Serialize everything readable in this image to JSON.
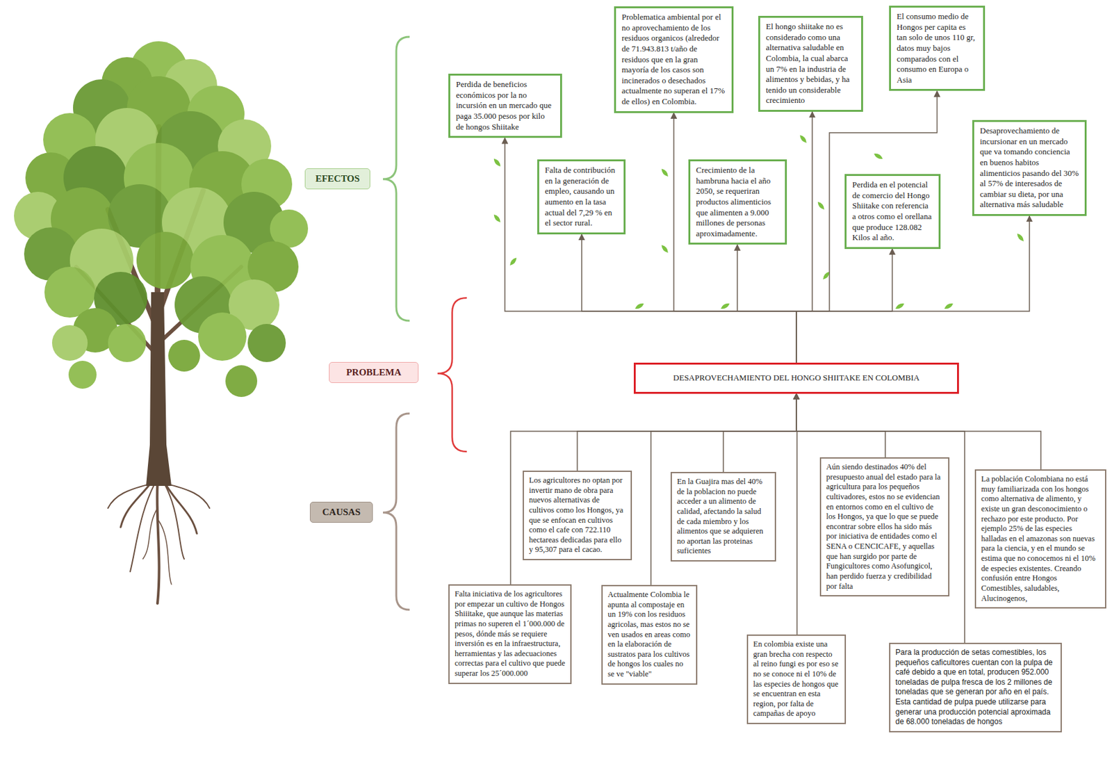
{
  "diagram": {
    "nodes": [
      {
        "text": [
          "EFECTOS"
        ]
      },
      {
        "text": [
          "Perdida de beneficios económicos por la no incursión en un mercado que paga 35.000 pesos por kilo de hongos Shiitake"
        ]
      },
      {
        "text": [
          "Falta de contribución en la generación de empleo, causando un aumento en la tasa actual del 7,29 % en el sector rural."
        ]
      },
      {
        "text": [
          "Problematica ambiental por el no aprovechamiento de los residuos organicos (alrededor de 71.943.813 t/año de residuos que en la gran mayoría de los casos son incinerados o desechados actualmente no superan el 17% de ellos) en Colombia."
        ]
      },
      {
        "text": [
          "Crecimiento de la hambruna hacia el año 2050, se requeriran productos alimenticios que alimenten a 9.000 millones de personas aproximadamente."
        ]
      },
      {
        "text": [
          "El hongo shiitake no es considerado como una alternativa saludable en Colombia, la cual abarca un 7% en la industria de alimentos y bebidas, y ha tenido un considerable crecimiento"
        ]
      },
      {
        "text": [
          "Perdida en el potencial de comercio del Hongo Shiitake con referencia a otros como el orellana que produce 128.082 Kilos al año."
        ]
      },
      {
        "text": [
          "El consumo medio de Hongos per capita es tan solo de unos 110 gr, datos muy bajos comparados con el consumo en Europa o Asia"
        ]
      },
      {
        "text": [
          "Desaprovechamiento de incursionar en un mercado que va tomando conciencia en buenos habitos alimenticios pasando del 30% al 57% de interesados de cambiar su dieta, por una alternativa más saludable"
        ]
      },
      {
        "text": [
          "PROBLEMA"
        ]
      },
      {
        "text": [
          "DESAPROVECHAMIENTO DEL HONGO SHIITAKE EN COLOMBIA"
        ]
      },
      {
        "text": [
          "CAUSAS"
        ]
      },
      {
        "text": [
          "Falta iniciativa de los agricultores por empezar un cultivo de Hongos Shiiitake, que aunque las materias primas no superen el 1´000.000 de pesos, dónde más se requiere inversión es en la infraestructura, herramientas y las adecuaciones correctas para el cultivo que puede superar los 25´000.000"
        ]
      },
      {
        "text": [
          "Los agricultores no optan por invertir mano de obra para nuevos alternativas de cultivos como los Hongos, ya que se enfocan en cultivos como el cafe con 722.110 hectareas dedicadas para ello y 95,307 para el cacao."
        ]
      },
      {
        "text": [
          "Actualmente Colombia le apunta al compostaje en un 19% con los residuos agricolas, mas estos no se ven usados en areas como en la elaboración de sustratos para los cultivos de hongos los cuales no se ve \"viable\""
        ]
      },
      {
        "text": [
          "En la Guajira mas del 40% de la poblacion no puede acceder a un alimento de calidad, afectando la salud de cada miembro y los alimentos que se adquieren no aportan las proteinas suficientes"
        ]
      },
      {
        "text": [
          "En colombia existe una gran brecha con respecto al reino fungi es por eso se no se conoce ni el 10% de las especies de hongos que se encuentran en esta region, por falta de campañas de apoyo"
        ]
      },
      {
        "text": [
          "Aún siendo destinados 40% del presupuesto anual del estado para la agricultura para los pequeños cultivadores, estos no se evidencian en entornos como en el cultivo de los Hongos, ya que lo que se puede encontrar sobre ellos ha sido más por iniciativa de entidades como el SENA o CENCICAFE, y aquellas que han surgido por parte de Fungicultores como Asofungicol, han perdido fuerza y credibilidad por falta"
        ]
      },
      {
        "text": [
          "Para la producción de setas comestibles, los pequeños caficultores cuentan con la pulpa de café debido a que en total, producen 952.000 toneladas de pulpa fresca de los 2 millones de toneladas que se generan por año en el país. Esta cantidad de pulpa puede utilizarse para generar una producción potencial aproximada de 68.000 toneladas de hongos"
        ]
      },
      {
        "text": [
          "La población Colombiana no está muy familiarizada con los hongos como alternativa de alimento, y existe un gran desconocimiento o rechazo por este producto. Por ejemplo 25% de las especies halladas en el amazonas son nuevas para la ciencia, y en el mundo se estima que no conocemos ni el 10% de especies existentes. Creando confusión entre Hongos Comestibles, saludables, Alucinogenos,"
        ]
      }
    ],
    "edges": [
      {
        "from": 10,
        "to": 1,
        "arrow": "to"
      },
      {
        "from": 10,
        "to": 2,
        "arrow": "to"
      },
      {
        "from": 10,
        "to": 3,
        "arrow": "to"
      },
      {
        "from": 10,
        "to": 4,
        "arrow": "to"
      },
      {
        "from": 10,
        "to": 5,
        "arrow": "to"
      },
      {
        "from": 10,
        "to": 6,
        "arrow": "to"
      },
      {
        "from": 10,
        "to": 7,
        "arrow": "to"
      },
      {
        "from": 10,
        "to": 8,
        "arrow": "to"
      },
      {
        "from": 12,
        "to": 10,
        "arrow": "to"
      },
      {
        "from": 13,
        "to": 10,
        "arrow": "to"
      },
      {
        "from": 14,
        "to": 10,
        "arrow": "to"
      },
      {
        "from": 15,
        "to": 10,
        "arrow": "to"
      },
      {
        "from": 16,
        "to": 10,
        "arrow": "to"
      },
      {
        "from": 17,
        "to": 10,
        "arrow": "to"
      },
      {
        "from": 18,
        "to": 10,
        "arrow": "to"
      },
      {
        "from": 19,
        "to": 10,
        "arrow": "to"
      }
    ]
  }
}
